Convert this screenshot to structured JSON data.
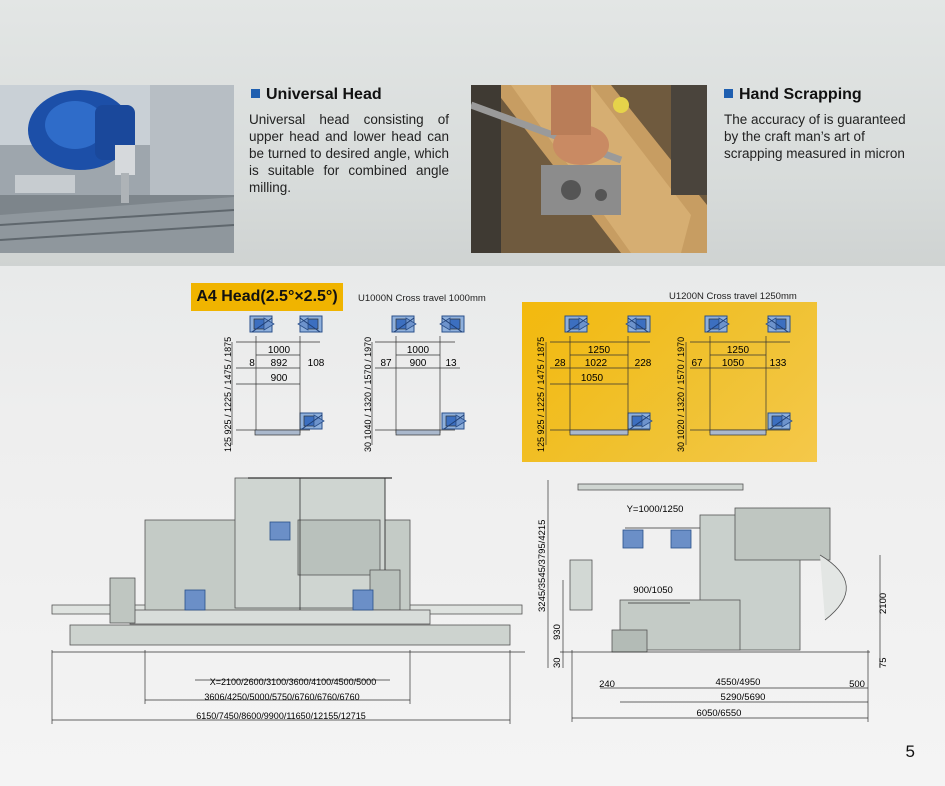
{
  "features": [
    {
      "title": "Universal Head",
      "text": "Universal head consisting of upper head and lower head can be turned to desired angle, which is suitable for combined angle milling."
    },
    {
      "title": "Hand Scrapping",
      "text": "The accuracy of is guaranteed by the craft man’s art of scrapping measured in micron"
    }
  ],
  "head_badge": "A4 Head(2.5°×2.5°)",
  "captions": {
    "u1000": "U1000N Cross travel 1000mm",
    "u1200": "U1200N Cross travel 1250mm"
  },
  "diagrams": {
    "d1": {
      "a": "1000",
      "b": "8",
      "c": "892",
      "d": "108",
      "e": "900",
      "v": "125   925 / 1225 / 1475 / 1875"
    },
    "d2": {
      "a": "1000",
      "b": "87",
      "c": "900",
      "d": "13",
      "v": "30  1040 / 1320 / 1570 / 1970"
    },
    "d3": {
      "a": "1250",
      "b": "28",
      "c": "1022",
      "d": "228",
      "e": "1050",
      "v": "125   925 / 1225 / 1475 / 1875"
    },
    "d4": {
      "a": "1250",
      "b": "67",
      "c": "1050",
      "d": "133",
      "v": "30  1020 / 1320 / 1570 / 1970"
    }
  },
  "side_view": {
    "x": "X=2100/2600/3100/3600/4100/4500/5000",
    "mid": "3606/4250/5000/5750/6760/6760/6760",
    "overall": "6150/7450/8600/9900/11650/12155/12715"
  },
  "front_view": {
    "y": "Y=1000/1250",
    "table": "900/1050",
    "height": "3245/3545/3795/4215",
    "d930": "930",
    "d30": "30",
    "d2100": "2100",
    "d75": "75",
    "d240": "240",
    "d4550": "4550/4950",
    "d500": "500",
    "d5290": "5290/5690",
    "d6050": "6050/6550"
  },
  "page_number": "5"
}
